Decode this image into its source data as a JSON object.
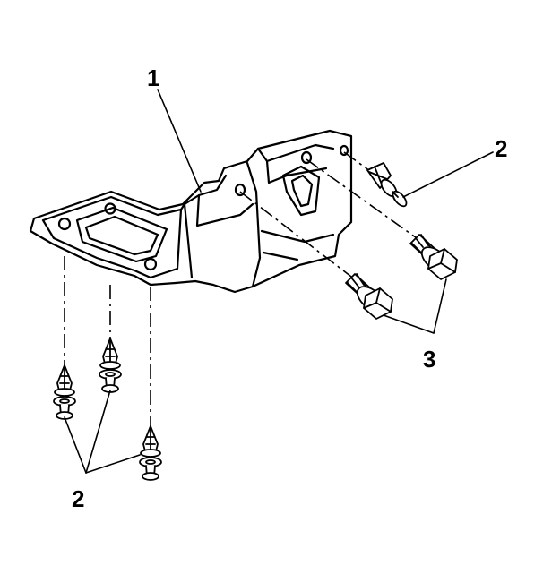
{
  "callouts": {
    "bracket": "1",
    "fastener_right": "2",
    "fasteners_bottom": "2",
    "bolts": "3"
  }
}
